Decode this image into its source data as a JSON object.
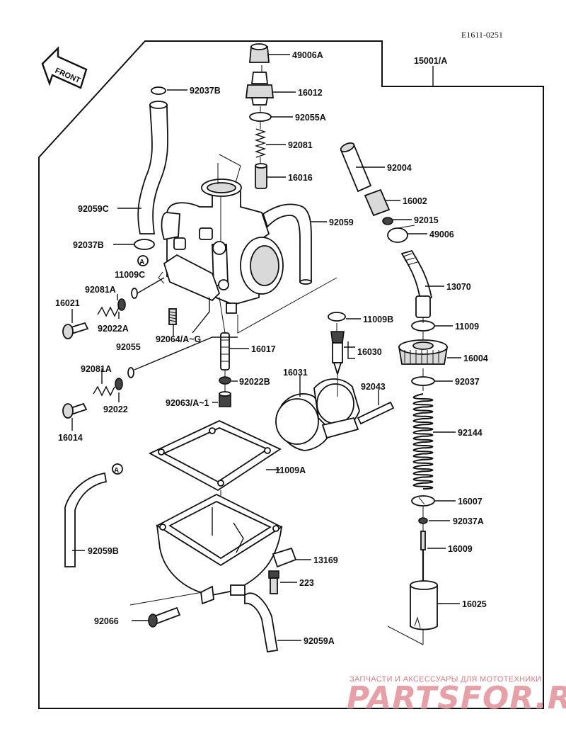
{
  "diagram": {
    "ref_code": "E1611-0251",
    "front_label": "FRONT",
    "assembly_label": "15001/A",
    "circle_marker": "A",
    "labels": {
      "p49006A": "49006A",
      "p92037B_top": "92037B",
      "p16012": "16012",
      "p92055A": "92055A",
      "p92081": "92081",
      "p92004": "92004",
      "p16016": "16016",
      "p16002": "16002",
      "p92059C": "92059C",
      "p92059": "92059",
      "p92015": "92015",
      "p49006": "49006",
      "p92037B": "92037B",
      "p11009C": "11009C",
      "p13070": "13070",
      "p92081A_1": "92081A",
      "p16021": "16021",
      "p11009B": "11009B",
      "p11009": "11009",
      "p92022A": "92022A",
      "p92064": "92064/A~G",
      "p16030": "16030",
      "p92055": "92055",
      "p16017": "16017",
      "p16004": "16004",
      "p92081A_2": "92081A",
      "p16031": "16031",
      "p92043": "92043",
      "p92037": "92037",
      "p92022B": "92022B",
      "p92063": "92063/A~1",
      "p92022": "92022",
      "p16014": "16014",
      "p92144": "92144",
      "p11009A": "11009A",
      "p16007": "16007",
      "p92037A": "92037A",
      "p92059B": "92059B",
      "p16009": "16009",
      "p13169": "13169",
      "p223": "223",
      "p16025": "16025",
      "p92066": "92066",
      "p92059A": "92059A"
    }
  },
  "watermark": {
    "subtitle": "ЗАПЧАСТИ И АКСЕССУАРЫ ДЛЯ МОТОТЕХНИКИ",
    "brand": "PARTSFOR.RU"
  }
}
